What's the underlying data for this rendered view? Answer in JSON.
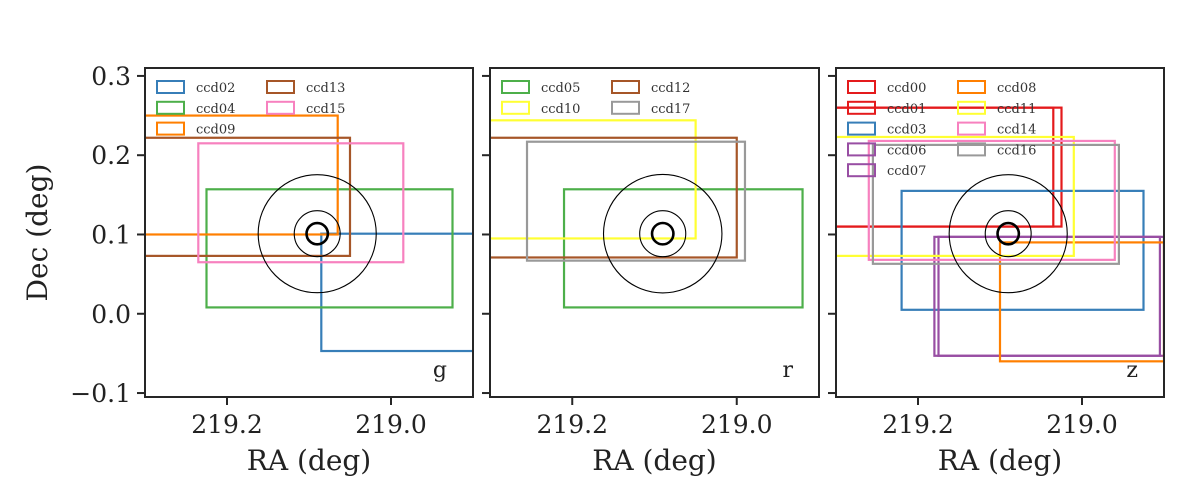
{
  "chart_data": [
    {
      "type": "rectangles",
      "band": "g",
      "xlabel": "RA (deg)",
      "ylabel": "Dec (deg)",
      "xlim": [
        219.3,
        218.9
      ],
      "ylim": [
        -0.105,
        0.31
      ],
      "xticks": [
        219.2,
        219.0
      ],
      "xtick_labels": [
        "219.2",
        "219.0"
      ],
      "yticks": [
        -0.1,
        0.0,
        0.1,
        0.2,
        0.3
      ],
      "ytick_labels": [
        "−0.1",
        "0.0",
        "0.1",
        "0.2",
        "0.3"
      ],
      "legend": {
        "location": "upper-left",
        "columns": 2,
        "entries": [
          "ccd02",
          "ccd04",
          "ccd09",
          "ccd13",
          "ccd15"
        ]
      },
      "circles": {
        "center": [
          219.09,
          0.101
        ],
        "radii": [
          0.013,
          0.028,
          0.072
        ]
      },
      "ccds": [
        {
          "name": "ccd02",
          "color": "#377eb8",
          "ra": [
            219.085,
            218.85
          ],
          "dec": [
            -0.047,
            0.101
          ]
        },
        {
          "name": "ccd04",
          "color": "#4daf4a",
          "ra": [
            219.225,
            218.925
          ],
          "dec": [
            0.008,
            0.157
          ]
        },
        {
          "name": "ccd09",
          "color": "#ff7f00",
          "ra": [
            219.32,
            219.065
          ],
          "dec": [
            0.1,
            0.25
          ]
        },
        {
          "name": "ccd13",
          "color": "#a65628",
          "ra": [
            219.32,
            219.05
          ],
          "dec": [
            0.073,
            0.222
          ]
        },
        {
          "name": "ccd15",
          "color": "#f781bf",
          "ra": [
            219.235,
            218.985
          ],
          "dec": [
            0.065,
            0.215
          ]
        }
      ]
    },
    {
      "type": "rectangles",
      "band": "r",
      "xlabel": "RA (deg)",
      "ylabel": "",
      "xlim": [
        219.3,
        218.9
      ],
      "ylim": [
        -0.105,
        0.31
      ],
      "xticks": [
        219.2,
        219.0
      ],
      "xtick_labels": [
        "219.2",
        "219.0"
      ],
      "yticks": [
        -0.1,
        0.0,
        0.1,
        0.2,
        0.3
      ],
      "ytick_labels": [],
      "legend": {
        "location": "upper-left",
        "columns": 2,
        "entries": [
          "ccd05",
          "ccd10",
          "ccd12",
          "ccd17"
        ]
      },
      "circles": {
        "center": [
          219.09,
          0.101
        ],
        "radii": [
          0.013,
          0.028,
          0.072
        ]
      },
      "ccds": [
        {
          "name": "ccd05",
          "color": "#4daf4a",
          "ra": [
            219.21,
            218.92
          ],
          "dec": [
            0.008,
            0.157
          ]
        },
        {
          "name": "ccd10",
          "color": "#ffff33",
          "ra": [
            219.32,
            219.05
          ],
          "dec": [
            0.095,
            0.244
          ]
        },
        {
          "name": "ccd12",
          "color": "#a65628",
          "ra": [
            219.32,
            219.0
          ],
          "dec": [
            0.071,
            0.222
          ]
        },
        {
          "name": "ccd17",
          "color": "#999999",
          "ra": [
            219.255,
            218.99
          ],
          "dec": [
            0.067,
            0.217
          ]
        }
      ]
    },
    {
      "type": "rectangles",
      "band": "z",
      "xlabel": "RA (deg)",
      "ylabel": "",
      "xlim": [
        219.3,
        218.9
      ],
      "ylim": [
        -0.105,
        0.31
      ],
      "xticks": [
        219.2,
        219.0
      ],
      "xtick_labels": [
        "219.2",
        "219.0"
      ],
      "yticks": [
        -0.1,
        0.0,
        0.1,
        0.2,
        0.3
      ],
      "ytick_labels": [],
      "legend": {
        "location": "upper-left",
        "columns": 2,
        "entries": [
          "ccd00",
          "ccd01",
          "ccd03",
          "ccd06",
          "ccd07",
          "ccd08",
          "ccd11",
          "ccd14",
          "ccd16"
        ]
      },
      "circles": {
        "center": [
          219.09,
          0.101
        ],
        "radii": [
          0.013,
          0.028,
          0.072
        ]
      },
      "ccds": [
        {
          "name": "ccd00",
          "color": "#e41a1c",
          "ra": [
            219.32,
            219.035
          ],
          "dec": [
            0.11,
            0.26
          ]
        },
        {
          "name": "ccd01",
          "color": "#e41a1c",
          "ra": [
            219.32,
            219.025
          ],
          "dec": [
            0.11,
            0.26
          ]
        },
        {
          "name": "ccd03",
          "color": "#377eb8",
          "ra": [
            219.22,
            218.925
          ],
          "dec": [
            0.005,
            0.155
          ]
        },
        {
          "name": "ccd06",
          "color": "#984ea3",
          "ra": [
            219.18,
            218.905
          ],
          "dec": [
            -0.053,
            0.097
          ]
        },
        {
          "name": "ccd07",
          "color": "#984ea3",
          "ra": [
            219.175,
            218.9
          ],
          "dec": [
            -0.053,
            0.097
          ]
        },
        {
          "name": "ccd08",
          "color": "#ff7f00",
          "ra": [
            219.1,
            218.9
          ],
          "dec": [
            -0.06,
            0.09
          ]
        },
        {
          "name": "ccd11",
          "color": "#ffff33",
          "ra": [
            219.32,
            219.01
          ],
          "dec": [
            0.073,
            0.223
          ]
        },
        {
          "name": "ccd14",
          "color": "#f781bf",
          "ra": [
            219.26,
            218.96
          ],
          "dec": [
            0.068,
            0.218
          ]
        },
        {
          "name": "ccd16",
          "color": "#999999",
          "ra": [
            219.255,
            218.955
          ],
          "dec": [
            0.063,
            0.213
          ]
        }
      ]
    }
  ]
}
